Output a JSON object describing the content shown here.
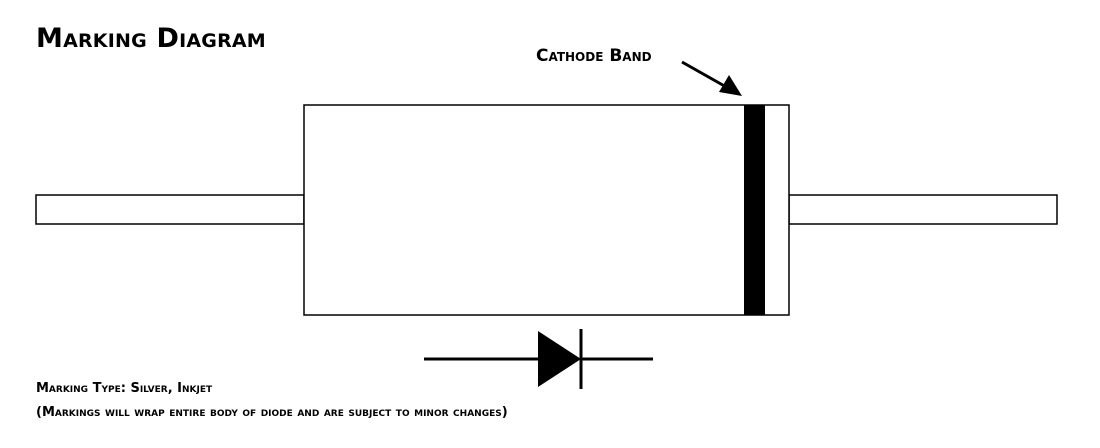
{
  "title": "Marking Diagram",
  "cathode_band_label": "Cathode Band",
  "marking_type_text": "Marking Type: Silver, Inkjet",
  "note_text": "(Markings will wrap entire body of diode and are subject to minor changes)",
  "colors": {
    "background": "#ffffff",
    "ink": "#000000"
  },
  "icons": {
    "diode_symbol": "diode-symbol-icon",
    "pointer_arrow": "arrow-icon"
  }
}
